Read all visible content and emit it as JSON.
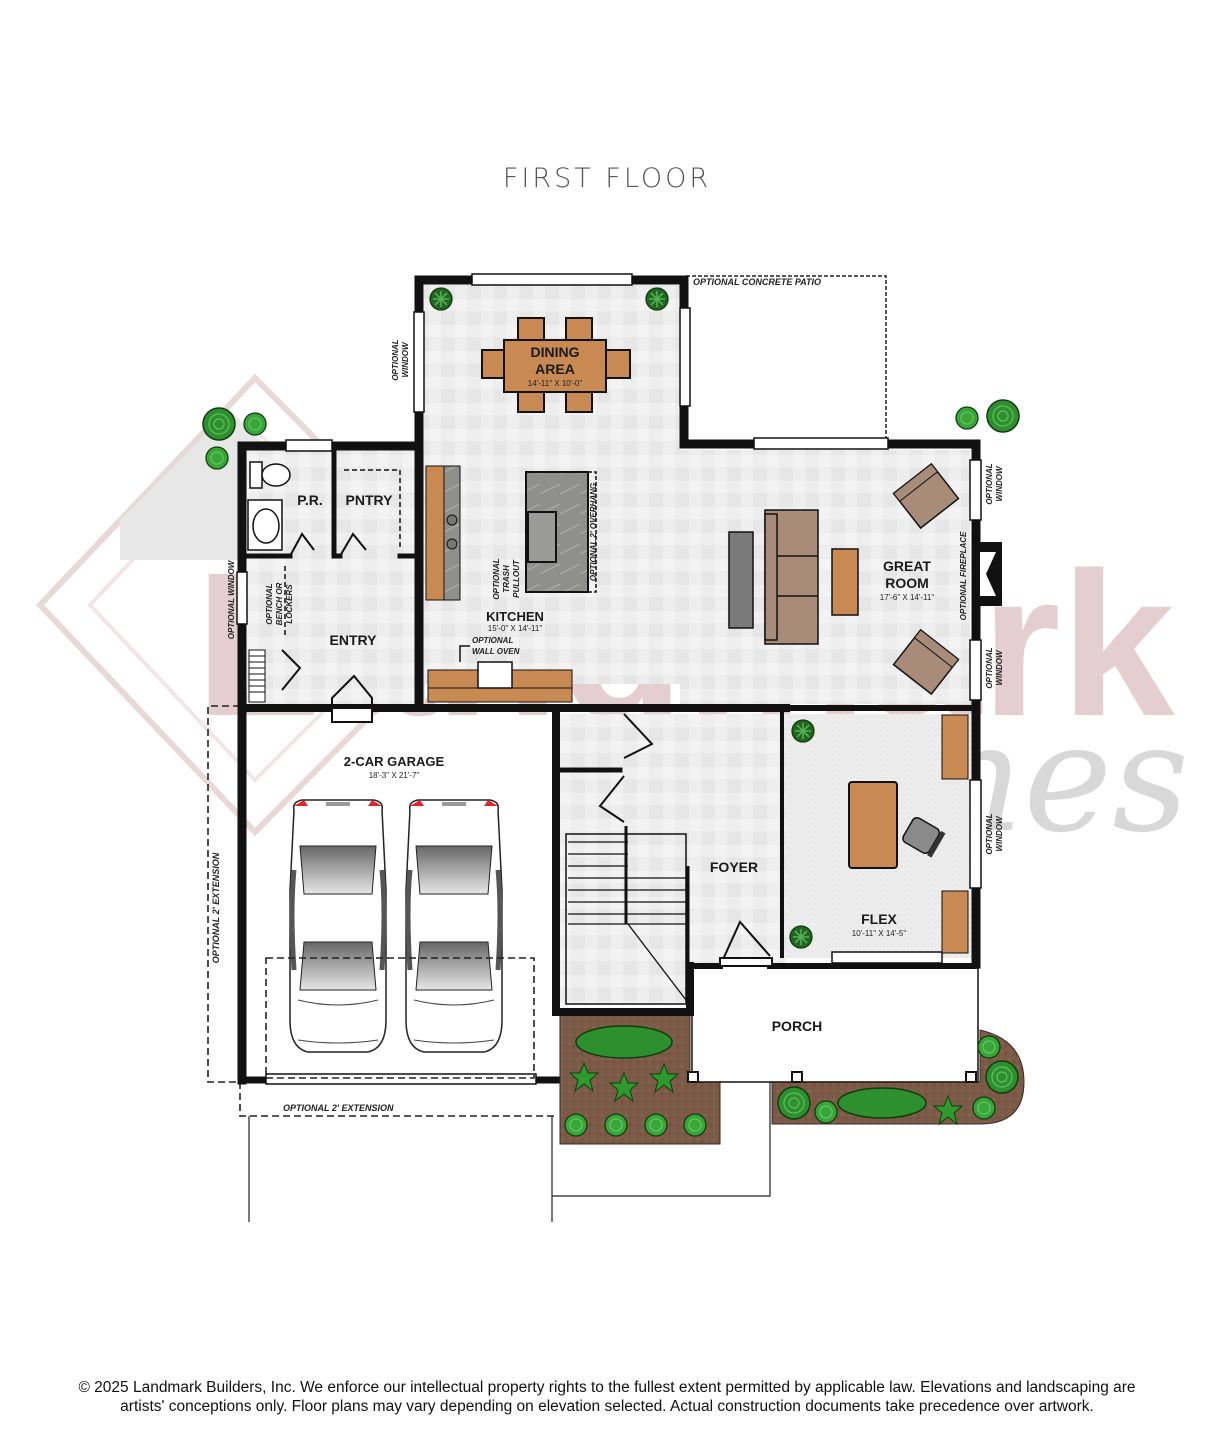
{
  "title": "FIRST FLOOR",
  "watermark": {
    "brand": "Landmark",
    "script": "Homes",
    "color": "#c9a3a5"
  },
  "colors": {
    "wall": "#111111",
    "tile": "#ececec",
    "wood": "#c88a52",
    "counter": "#8a8a86",
    "sofa": "#a98b7a",
    "mulch": "#7a5a48",
    "plant": "#2f9a2f",
    "taillight": "#e0262b"
  },
  "rooms": {
    "dining": {
      "name_line1": "DINING",
      "name_line2": "AREA",
      "dims": "14'-11\" X 10'-0\""
    },
    "powder": {
      "name": "P.R."
    },
    "pantry": {
      "name": "PNTRY"
    },
    "entry": {
      "name": "ENTRY"
    },
    "kitchen": {
      "name": "KITCHEN",
      "dims": "15'-0\" X 14'-11\""
    },
    "great_room": {
      "name_line1": "GREAT",
      "name_line2": "ROOM",
      "dims": "17'-6\" X 14'-11\""
    },
    "garage": {
      "name": "2-CAR GARAGE",
      "dims": "18'-3\" X 21'-7\""
    },
    "foyer": {
      "name": "FOYER"
    },
    "flex": {
      "name": "FLEX",
      "dims": "10'-11\" X 14'-5\""
    },
    "porch": {
      "name": "PORCH"
    }
  },
  "notes": {
    "patio": "OPTIONAL CONCRETE PATIO",
    "dining_window_1": "OPTIONAL",
    "dining_window_2": "WINDOW",
    "entry_window": "OPTIONAL WINDOW",
    "bench_1": "OPTIONAL",
    "bench_2": "BENCH OR",
    "bench_3": "LOCKERS",
    "trash_1": "OPTIONAL",
    "trash_2": "TRASH",
    "trash_3": "PULLOUT",
    "overhang": "OPTIONAL 2' OVERHANG",
    "wall_oven_1": "OPTIONAL",
    "wall_oven_2": "WALL OVEN",
    "gr_window_top_1": "OPTIONAL",
    "gr_window_top_2": "WINDOW",
    "fireplace": "OPTIONAL FIREPLACE",
    "gr_window_bottom_1": "OPTIONAL",
    "gr_window_bottom_2": "WINDOW",
    "flex_window_1": "OPTIONAL",
    "flex_window_2": "WINDOW",
    "garage_side_ext": "OPTIONAL 2' EXTENSION",
    "garage_front_ext": "OPTIONAL 2' EXTENSION"
  },
  "footer": {
    "line1": "© 2025 Landmark Builders, Inc. We enforce our intellectual property rights to the fullest extent permitted by applicable law. Elevations and landscaping are",
    "line2": "artists' conceptions only. Floor plans may vary depending on elevation selected. Actual construction documents take precedence over artwork."
  }
}
